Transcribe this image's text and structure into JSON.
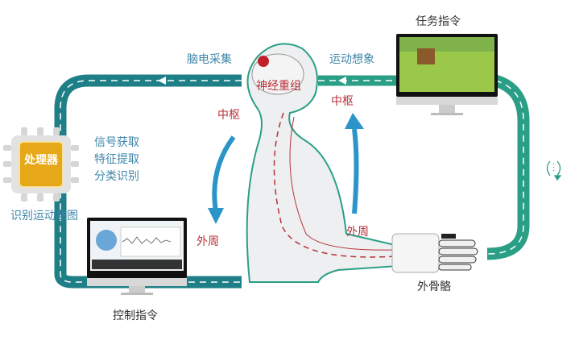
{
  "title_task": "任务指令",
  "eeg_collection": "脑电采集",
  "motor_imagery": "运动想象",
  "neural_reorganization": "神经重组",
  "central_left": "中枢",
  "central_right": "中枢",
  "peripheral_left": "外周",
  "peripheral_right": "外周",
  "processor": {
    "label": "处理器",
    "steps": [
      "信号获取",
      "特征提取",
      "分类识别"
    ]
  },
  "recognize_intent": "识别运动意图",
  "control_command": "控制指令",
  "exoskeleton": "外骨骼",
  "colors": {
    "road_left": "#1e7f86",
    "road_right": "#2a9f86",
    "arrow_blue": "#2b95c9",
    "red": "#b8323a",
    "processor": "#e6a817"
  }
}
